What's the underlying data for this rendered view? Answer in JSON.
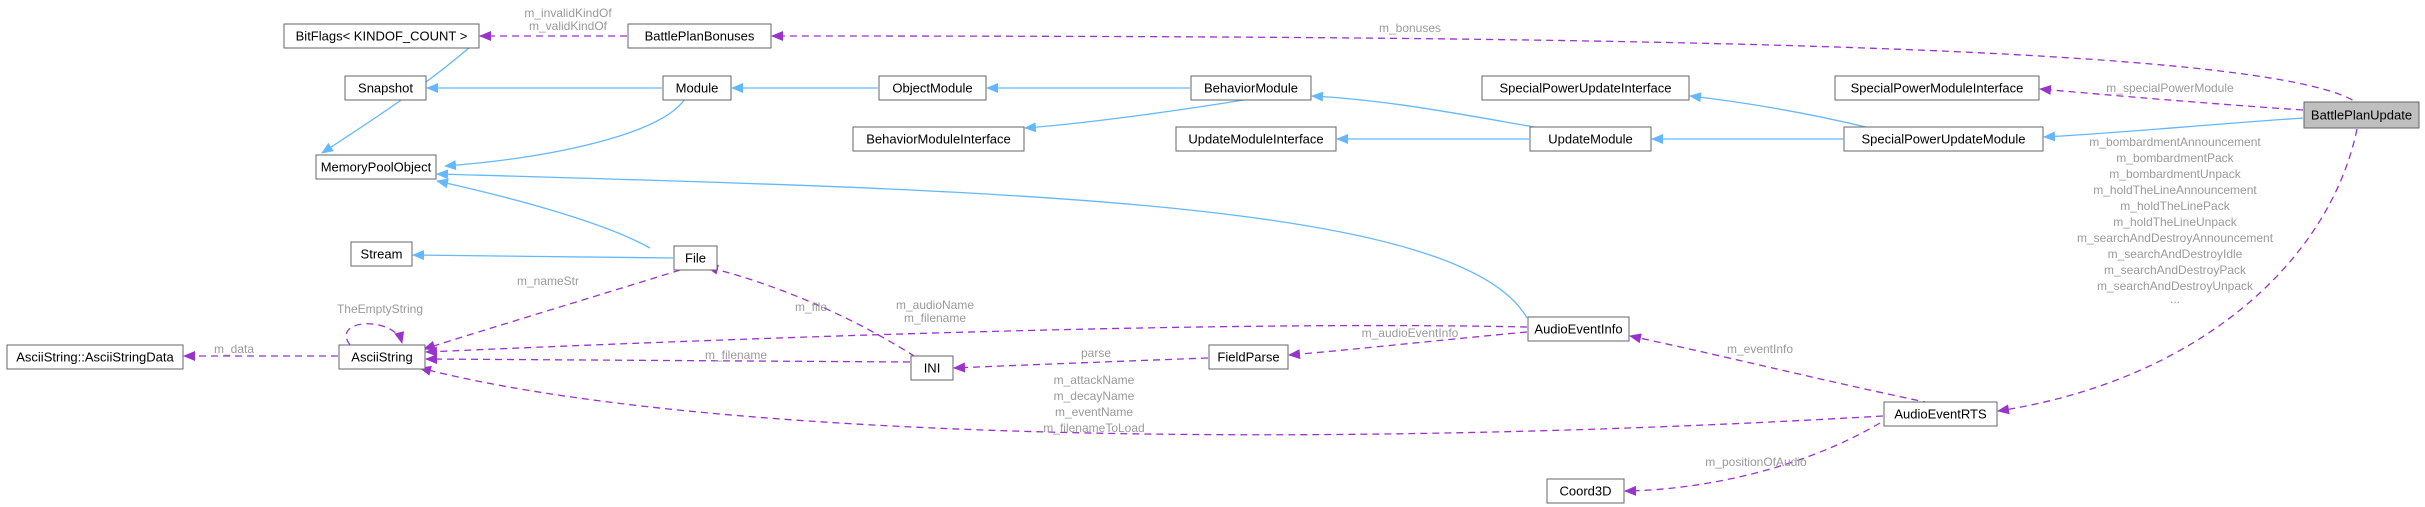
{
  "nodes": {
    "bitflags": "BitFlags< KINDOF_COUNT >",
    "battle_plan_bonuses": "BattlePlanBonuses",
    "snapshot": "Snapshot",
    "module": "Module",
    "object_module": "ObjectModule",
    "behavior_module": "BehaviorModule",
    "special_power_update_interface": "SpecialPowerUpdateInterface",
    "special_power_module_interface": "SpecialPowerModuleInterface",
    "battle_plan_update": "BattlePlanUpdate",
    "memory_pool_object": "MemoryPoolObject",
    "behavior_module_interface": "BehaviorModuleInterface",
    "update_module_interface": "UpdateModuleInterface",
    "update_module": "UpdateModule",
    "special_power_update_module": "SpecialPowerUpdateModule",
    "stream": "Stream",
    "file": "File",
    "ascii_string_data": "AsciiString::AsciiStringData",
    "ascii_string": "AsciiString",
    "ini": "INI",
    "field_parse": "FieldParse",
    "audio_event_info": "AudioEventInfo",
    "audio_event_rts": "AudioEventRTS",
    "coord3d": "Coord3D"
  },
  "labels": {
    "bitflags_refs": [
      "m_invalidKindOf",
      "m_validKindOf"
    ],
    "bonuses": "m_bonuses",
    "special_power_module": "m_specialPowerModule",
    "name_str": "m_nameStr",
    "the_empty_string": "TheEmptyString",
    "data": "m_data",
    "audio_name_refs": [
      "m_audioName",
      "m_filename"
    ],
    "file": "m_file",
    "filename": "m_filename",
    "audio_event_info": "m_audioEventInfo",
    "parse": "parse",
    "event_info": "m_eventInfo",
    "audio_event_rts_refs": [
      "m_bombardmentAnnouncement",
      "m_bombardmentPack",
      "m_bombardmentUnpack",
      "m_holdTheLineAnnouncement",
      "m_holdTheLinePack",
      "m_holdTheLineUnpack",
      "m_searchAndDestroyAnnouncement",
      "m_searchAndDestroyIdle",
      "m_searchAndDestroyPack",
      "m_searchAndDestroyUnpack",
      "..."
    ],
    "ascii_string_refs": [
      "m_attackName",
      "m_decayName",
      "m_eventName",
      "m_filenameToLoad"
    ],
    "position_of_audio": "m_positionOfAudio"
  },
  "colors": {
    "inheritance_edge": "#63b8ff",
    "usage_edge": "#9a32cd",
    "label_text": "#9a9a9a",
    "highlight_node": "#bfbfbf",
    "node_border": "#666666"
  }
}
